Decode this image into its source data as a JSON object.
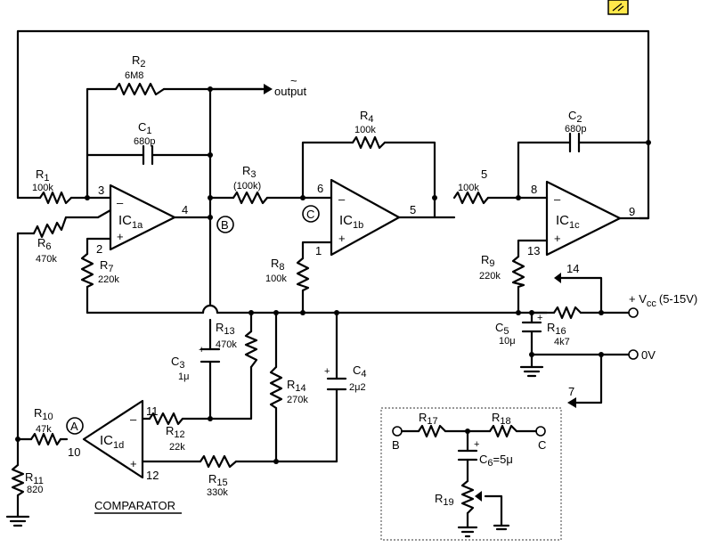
{
  "components": {
    "R1": {
      "name": "R",
      "sub": "1",
      "value": "100k"
    },
    "R2": {
      "name": "R",
      "sub": "2",
      "value": "6M8"
    },
    "R3": {
      "name": "R",
      "sub": "3",
      "value": "(100k)"
    },
    "R4": {
      "name": "R",
      "sub": "4",
      "value": "100k"
    },
    "R5": {
      "name": "5",
      "value": "100k"
    },
    "R6": {
      "name": "R",
      "sub": "6",
      "value": "470k"
    },
    "R7": {
      "name": "R",
      "sub": "7",
      "value": "220k"
    },
    "R8": {
      "name": "R",
      "sub": "8",
      "value": "100k"
    },
    "R9": {
      "name": "R",
      "sub": "9",
      "value": "220k"
    },
    "R10": {
      "name": "R",
      "sub": "10",
      "value": "47k"
    },
    "R11": {
      "name": "R",
      "sub": "11",
      "value": "820"
    },
    "R12": {
      "name": "R",
      "sub": "12",
      "value": "22k"
    },
    "R13": {
      "name": "R",
      "sub": "13",
      "value": "470k"
    },
    "R14": {
      "name": "R",
      "sub": "14",
      "value": "270k"
    },
    "R15": {
      "name": "R",
      "sub": "15",
      "value": "330k"
    },
    "R16": {
      "name": "R",
      "sub": "16",
      "value": "4k7"
    },
    "R17": {
      "name": "R",
      "sub": "17"
    },
    "R18": {
      "name": "R",
      "sub": "18"
    },
    "R19": {
      "name": "R",
      "sub": "19"
    },
    "C1": {
      "name": "C",
      "sub": "1",
      "value": "680p"
    },
    "C2": {
      "name": "C",
      "sub": "2",
      "value": "680p"
    },
    "C3": {
      "name": "C",
      "sub": "3",
      "value": "1μ"
    },
    "C4": {
      "name": "C",
      "sub": "4",
      "value": "2μ2"
    },
    "C5": {
      "name": "C",
      "sub": "5",
      "value": "10μ"
    },
    "C6": {
      "name": "C",
      "sub": "6",
      "value": "=5μ"
    }
  },
  "ics": {
    "IC1a": {
      "name": "IC",
      "sub": "1a"
    },
    "IC1b": {
      "name": "IC",
      "sub": "1b"
    },
    "IC1c": {
      "name": "IC",
      "sub": "1c"
    },
    "IC1d": {
      "name": "IC",
      "sub": "1d"
    }
  },
  "pins": {
    "p1": "1",
    "p2": "2",
    "p3": "3",
    "p4": "4",
    "p5": "5",
    "p6": "6",
    "p7": "7",
    "p8": "8",
    "p9": "9",
    "p10": "10",
    "p11": "11",
    "p12": "12",
    "p13": "13",
    "p14": "14"
  },
  "nodes": {
    "A": "A",
    "B": "B",
    "C": "C"
  },
  "labels": {
    "output": "output",
    "output_tilde": "~",
    "vcc": "+ V",
    "vcc_sub": "cc",
    "vcc_range": "(5-15V)",
    "zero_v": "0V",
    "comparator": "COMPARATOR",
    "plus": "+",
    "minus": "–"
  }
}
